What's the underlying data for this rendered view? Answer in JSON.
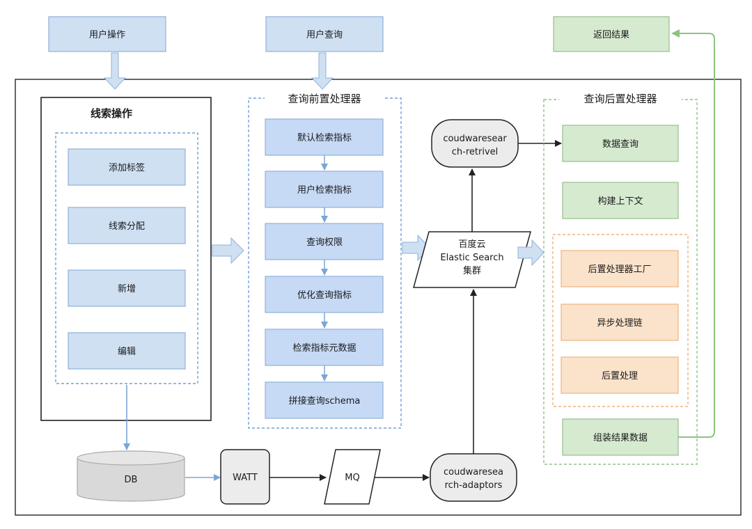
{
  "top": {
    "user_ops": "用户操作",
    "user_query": "用户查询",
    "return_result": "返回结果"
  },
  "clue": {
    "title": "线索操作",
    "items": [
      "添加标签",
      "线索分配",
      "新增",
      "编辑"
    ]
  },
  "pre": {
    "title": "查询前置处理器",
    "items": [
      "默认检索指标",
      "用户检索指标",
      "查询权限",
      "优化查询指标",
      "检索指标元数据",
      "拼接查询schema"
    ]
  },
  "es": {
    "lines": [
      "百度云",
      "Elastic Search",
      "集群"
    ]
  },
  "retrivel": {
    "lines": [
      "coudwaresear",
      "ch-retrivel"
    ]
  },
  "adaptors": {
    "lines": [
      "coudwaresea",
      "rch-adaptors"
    ]
  },
  "post": {
    "title": "查询后置处理器",
    "items": [
      "数据查询",
      "构建上下文"
    ],
    "inner_items": [
      "后置处理器工厂",
      "异步处理链",
      "后置处理"
    ],
    "assemble": "组装结果数据"
  },
  "bottom": {
    "db": "DB",
    "watt": "WATT",
    "mq": "MQ"
  },
  "colors": {
    "blue_fill": "#cfe0f3",
    "blue_stroke": "#8fb2d8",
    "pre_fill": "#c6d9f5",
    "green_fill": "#d6ead0",
    "green_stroke": "#93c08a",
    "orange_fill": "#fbe3cb",
    "orange_stroke": "#eeb47c",
    "db_fill": "#d9d9d9",
    "node_fill": "#ececec",
    "arrow_blue": "#7aa6d6",
    "arrow_green": "#8cc47f"
  }
}
